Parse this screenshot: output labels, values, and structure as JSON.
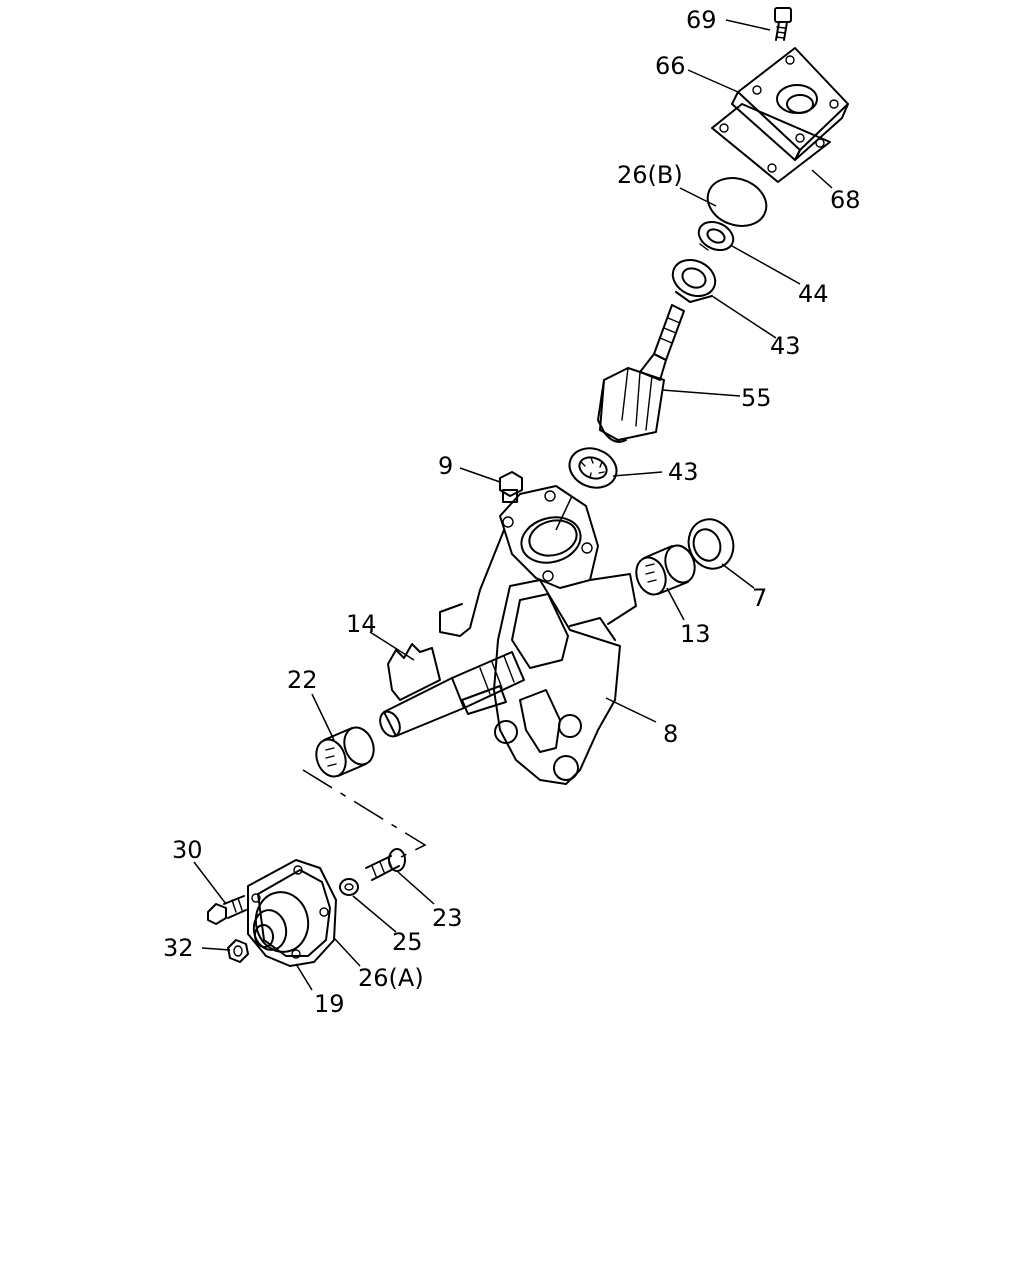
{
  "callouts": [
    {
      "id": "c69",
      "text": "69"
    },
    {
      "id": "c66",
      "text": "66"
    },
    {
      "id": "c68",
      "text": "68"
    },
    {
      "id": "c26b",
      "text": "26(B)"
    },
    {
      "id": "c44",
      "text": "44"
    },
    {
      "id": "c43a",
      "text": "43"
    },
    {
      "id": "c55",
      "text": "55"
    },
    {
      "id": "c9",
      "text": "9"
    },
    {
      "id": "c43b",
      "text": "43"
    },
    {
      "id": "c7",
      "text": "7"
    },
    {
      "id": "c13",
      "text": "13"
    },
    {
      "id": "c14",
      "text": "14"
    },
    {
      "id": "c22",
      "text": "22"
    },
    {
      "id": "c8",
      "text": "8"
    },
    {
      "id": "c30",
      "text": "30"
    },
    {
      "id": "c32",
      "text": "32"
    },
    {
      "id": "c25",
      "text": "25"
    },
    {
      "id": "c23",
      "text": "23"
    },
    {
      "id": "c26a",
      "text": "26(A)"
    },
    {
      "id": "c19",
      "text": "19"
    }
  ]
}
